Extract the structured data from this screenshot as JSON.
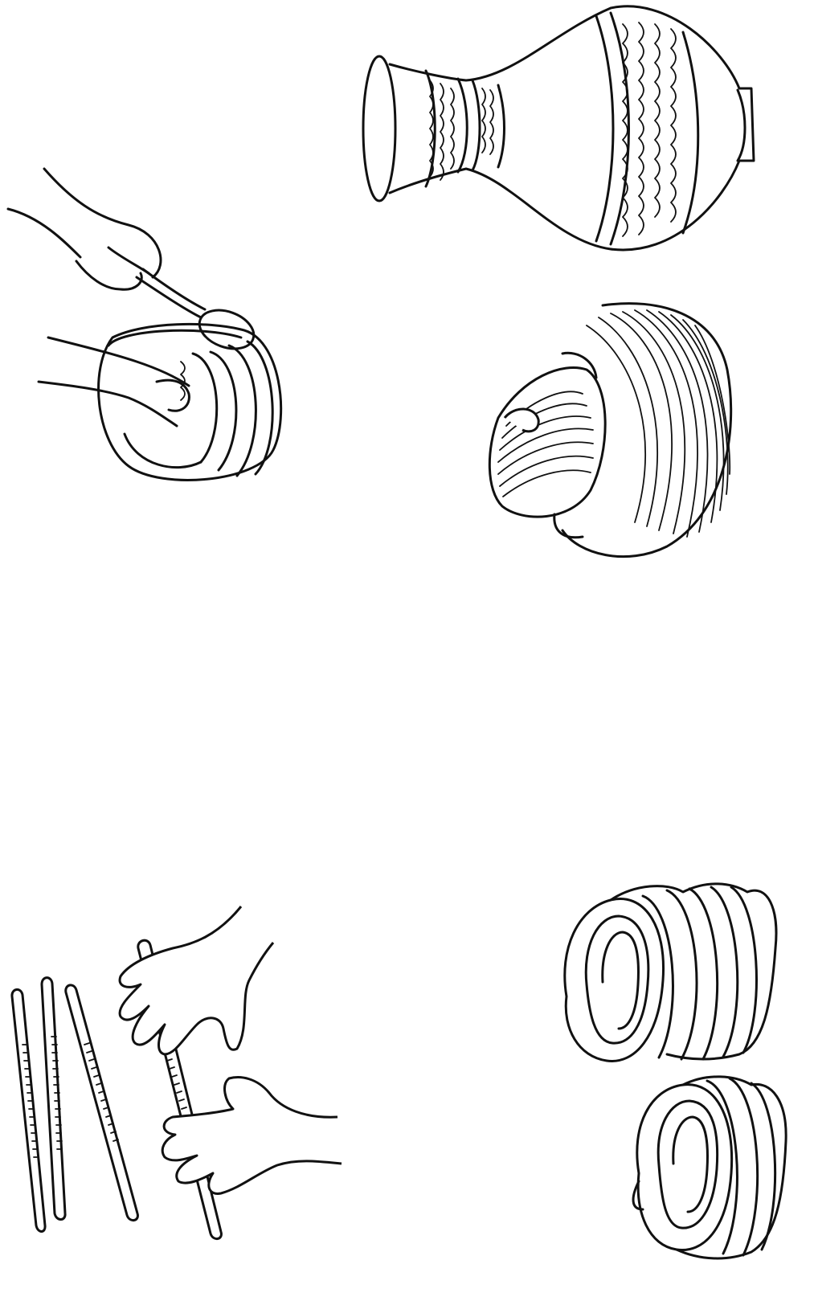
{
  "page": {
    "background": "#ffffff",
    "ink_color": "#111111"
  },
  "illustrations": [
    {
      "id": "vase",
      "icon": "decorated-vase-icon"
    },
    {
      "id": "spoon-scraping-pot",
      "icon": "hands-spoon-pot-icon"
    },
    {
      "id": "coiled-pot-with-lid",
      "icon": "lidded-coil-pot-icon"
    },
    {
      "id": "rolling-clay-coils",
      "icon": "hands-rolling-coil-icon"
    },
    {
      "id": "coil-spirals",
      "icon": "clay-coil-spirals-icon"
    }
  ]
}
